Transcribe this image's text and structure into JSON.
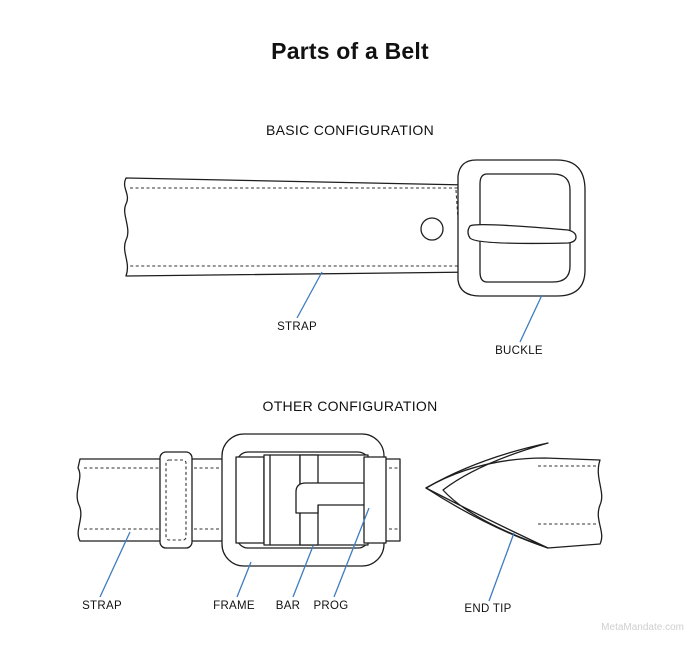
{
  "title": "Parts of a Belt",
  "sections": {
    "basic": "BASIC CONFIGURATION",
    "other": "OTHER CONFIGURATION"
  },
  "labels": {
    "basic_strap": "STRAP",
    "basic_buckle": "BUCKLE",
    "other_strap": "STRAP",
    "frame": "FRAME",
    "bar": "BAR",
    "prog": "PROG",
    "end_tip": "END TIP"
  },
  "watermark": "MetaMandate.com",
  "colors": {
    "outline": "#1e1e1e",
    "leader_line": "#3f7cc0",
    "watermark": "#cfcfcf"
  }
}
